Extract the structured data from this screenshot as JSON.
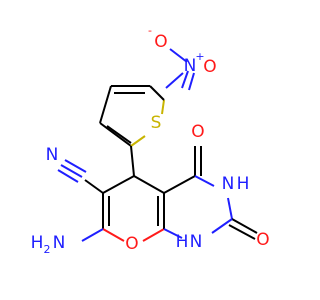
{
  "colors": {
    "carbon": "#000000",
    "nitrogen": "#1f1fff",
    "oxygen": "#ff1a1a",
    "sulfur": "#c8b400"
  },
  "atoms": {
    "nitro_o_minus": "O",
    "nitro_o_minus_charge": "-",
    "nitro_n": "N",
    "nitro_n_charge": "+",
    "nitro_o_double": "O",
    "sulfur": "S",
    "nitrile_n": "N",
    "carbonyl_o_upper": "O",
    "amide_nh_upper": "N",
    "amide_nh_upper_h": "H",
    "carbonyl_o_lower": "O",
    "amino_h2": "H",
    "amino_h2_sub": "2",
    "amino_n": "N",
    "ring_o": "O",
    "amide_nh_lower_h": "H",
    "amide_nh_lower": "N"
  }
}
